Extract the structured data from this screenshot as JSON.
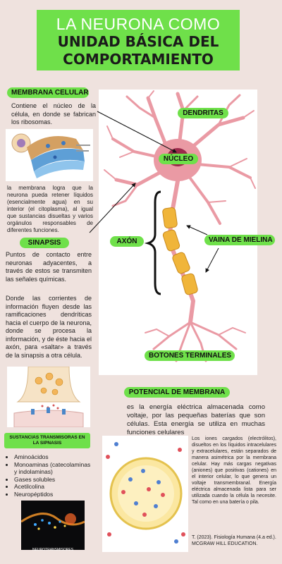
{
  "title": {
    "line1": "LA NEURONA COMO",
    "line2": "UNIDAD BÁSICA DEL",
    "line3": "COMPORTAMIENTO"
  },
  "membrana": {
    "label": "MEMBRANA CELULAR",
    "text1": "Contiene el núcleo de la célula, en donde se fabrican los ribosomas.",
    "text2": "la membrana logra que la neurona pueda retener líquidos (esencialmente agua) en su interior (el citoplasma), al igual que sustancias disueltas y varios orgánulos responsables de diferentes funciones."
  },
  "labels": {
    "dendritas": "DENDRITAS",
    "nucleo": "NÚCLEO",
    "axon": "AXÓN",
    "vaina": "VAINA DE MIELINA",
    "botones": "BOTONES TERMINALES"
  },
  "sinapsis": {
    "label": "SINAPSIS",
    "text1": "Puntos de contacto entre neuronas adyacentes, a través de estos se transmiten las señales químicas.",
    "text2": "Donde las corrientes de información fluyen desde las ramificaciones dendríticas hacia el cuerpo de la neurona, donde se procesa la información, y de éste hacia el axón, para «saltar» a través de la sinapsis a otra célula."
  },
  "potencial": {
    "label": "POTENCIAL DE MEMBRANA",
    "text": "es la energía eléctrica almacenada como voltaje, por las pequeñas baterías que son células. Esta energía se utiliza en muchas funciones celulares",
    "detail": "Los iones cargados (electrólitos), disueltos en los líquidos intracelulares y extracelulares, están separados de manera asimétrica por la membrana celular. Hay más cargas negativas (aniones) que positivas (cationes) en el interior celular, lo que genera un voltaje transmembranal. Energía eléctrica almacenada lista para ser utilizada cuando la célula la necesite. Tal como en una batería o pila.",
    "citation": "T. (2023). Fisiología Humana (4.a ed.). MCGRAW HILL EDUCATION."
  },
  "sustancias": {
    "label": "SUSTANCIAS TRANSMISORAS EN LA SIPNASIS",
    "items": [
      "Aminoácidos",
      "Monoaminas (catecolaminas y indolaminas)",
      "Gases solubles",
      "Acetilcolina",
      "Neuropéptidos"
    ]
  },
  "image_caption": "NEUROTRANSMISORES",
  "colors": {
    "accent": "#6fe04a",
    "neuron": "#ea9aa4",
    "myelin": "#f0b53a"
  }
}
